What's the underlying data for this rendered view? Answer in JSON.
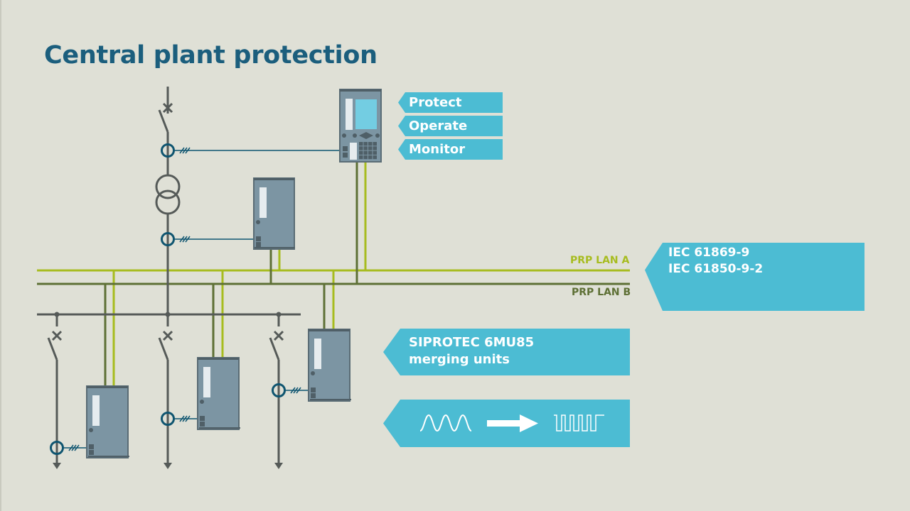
{
  "title": "Central plant protection",
  "colors": {
    "background": "#dfe0d6",
    "title": "#1b5e7d",
    "tag_fill": "#4cbcd3",
    "prp_lan_a": "#a7bc1f",
    "prp_lan_b": "#5e7035",
    "busbar": "#555a58",
    "current_transformer": "#0f5570",
    "device": "#7c95a3"
  },
  "functions": [
    {
      "label": "Protect"
    },
    {
      "label": "Operate"
    },
    {
      "label": "Monitor"
    }
  ],
  "networks": {
    "lan_a": "PRP LAN A",
    "lan_b": "PRP LAN B"
  },
  "standards": [
    "IEC 61869-9",
    "IEC 61850-9-2"
  ],
  "merging_units": {
    "line1": "SIPROTEC 6MU85",
    "line2": "merging units"
  },
  "conversion": {
    "from_icon": "sine-wave-icon",
    "arrow_icon": "right-arrow-icon",
    "to_icon": "square-wave-icon"
  },
  "devices": {
    "central_unit": "protection-device-with-display",
    "merging_unit_count": 4
  }
}
